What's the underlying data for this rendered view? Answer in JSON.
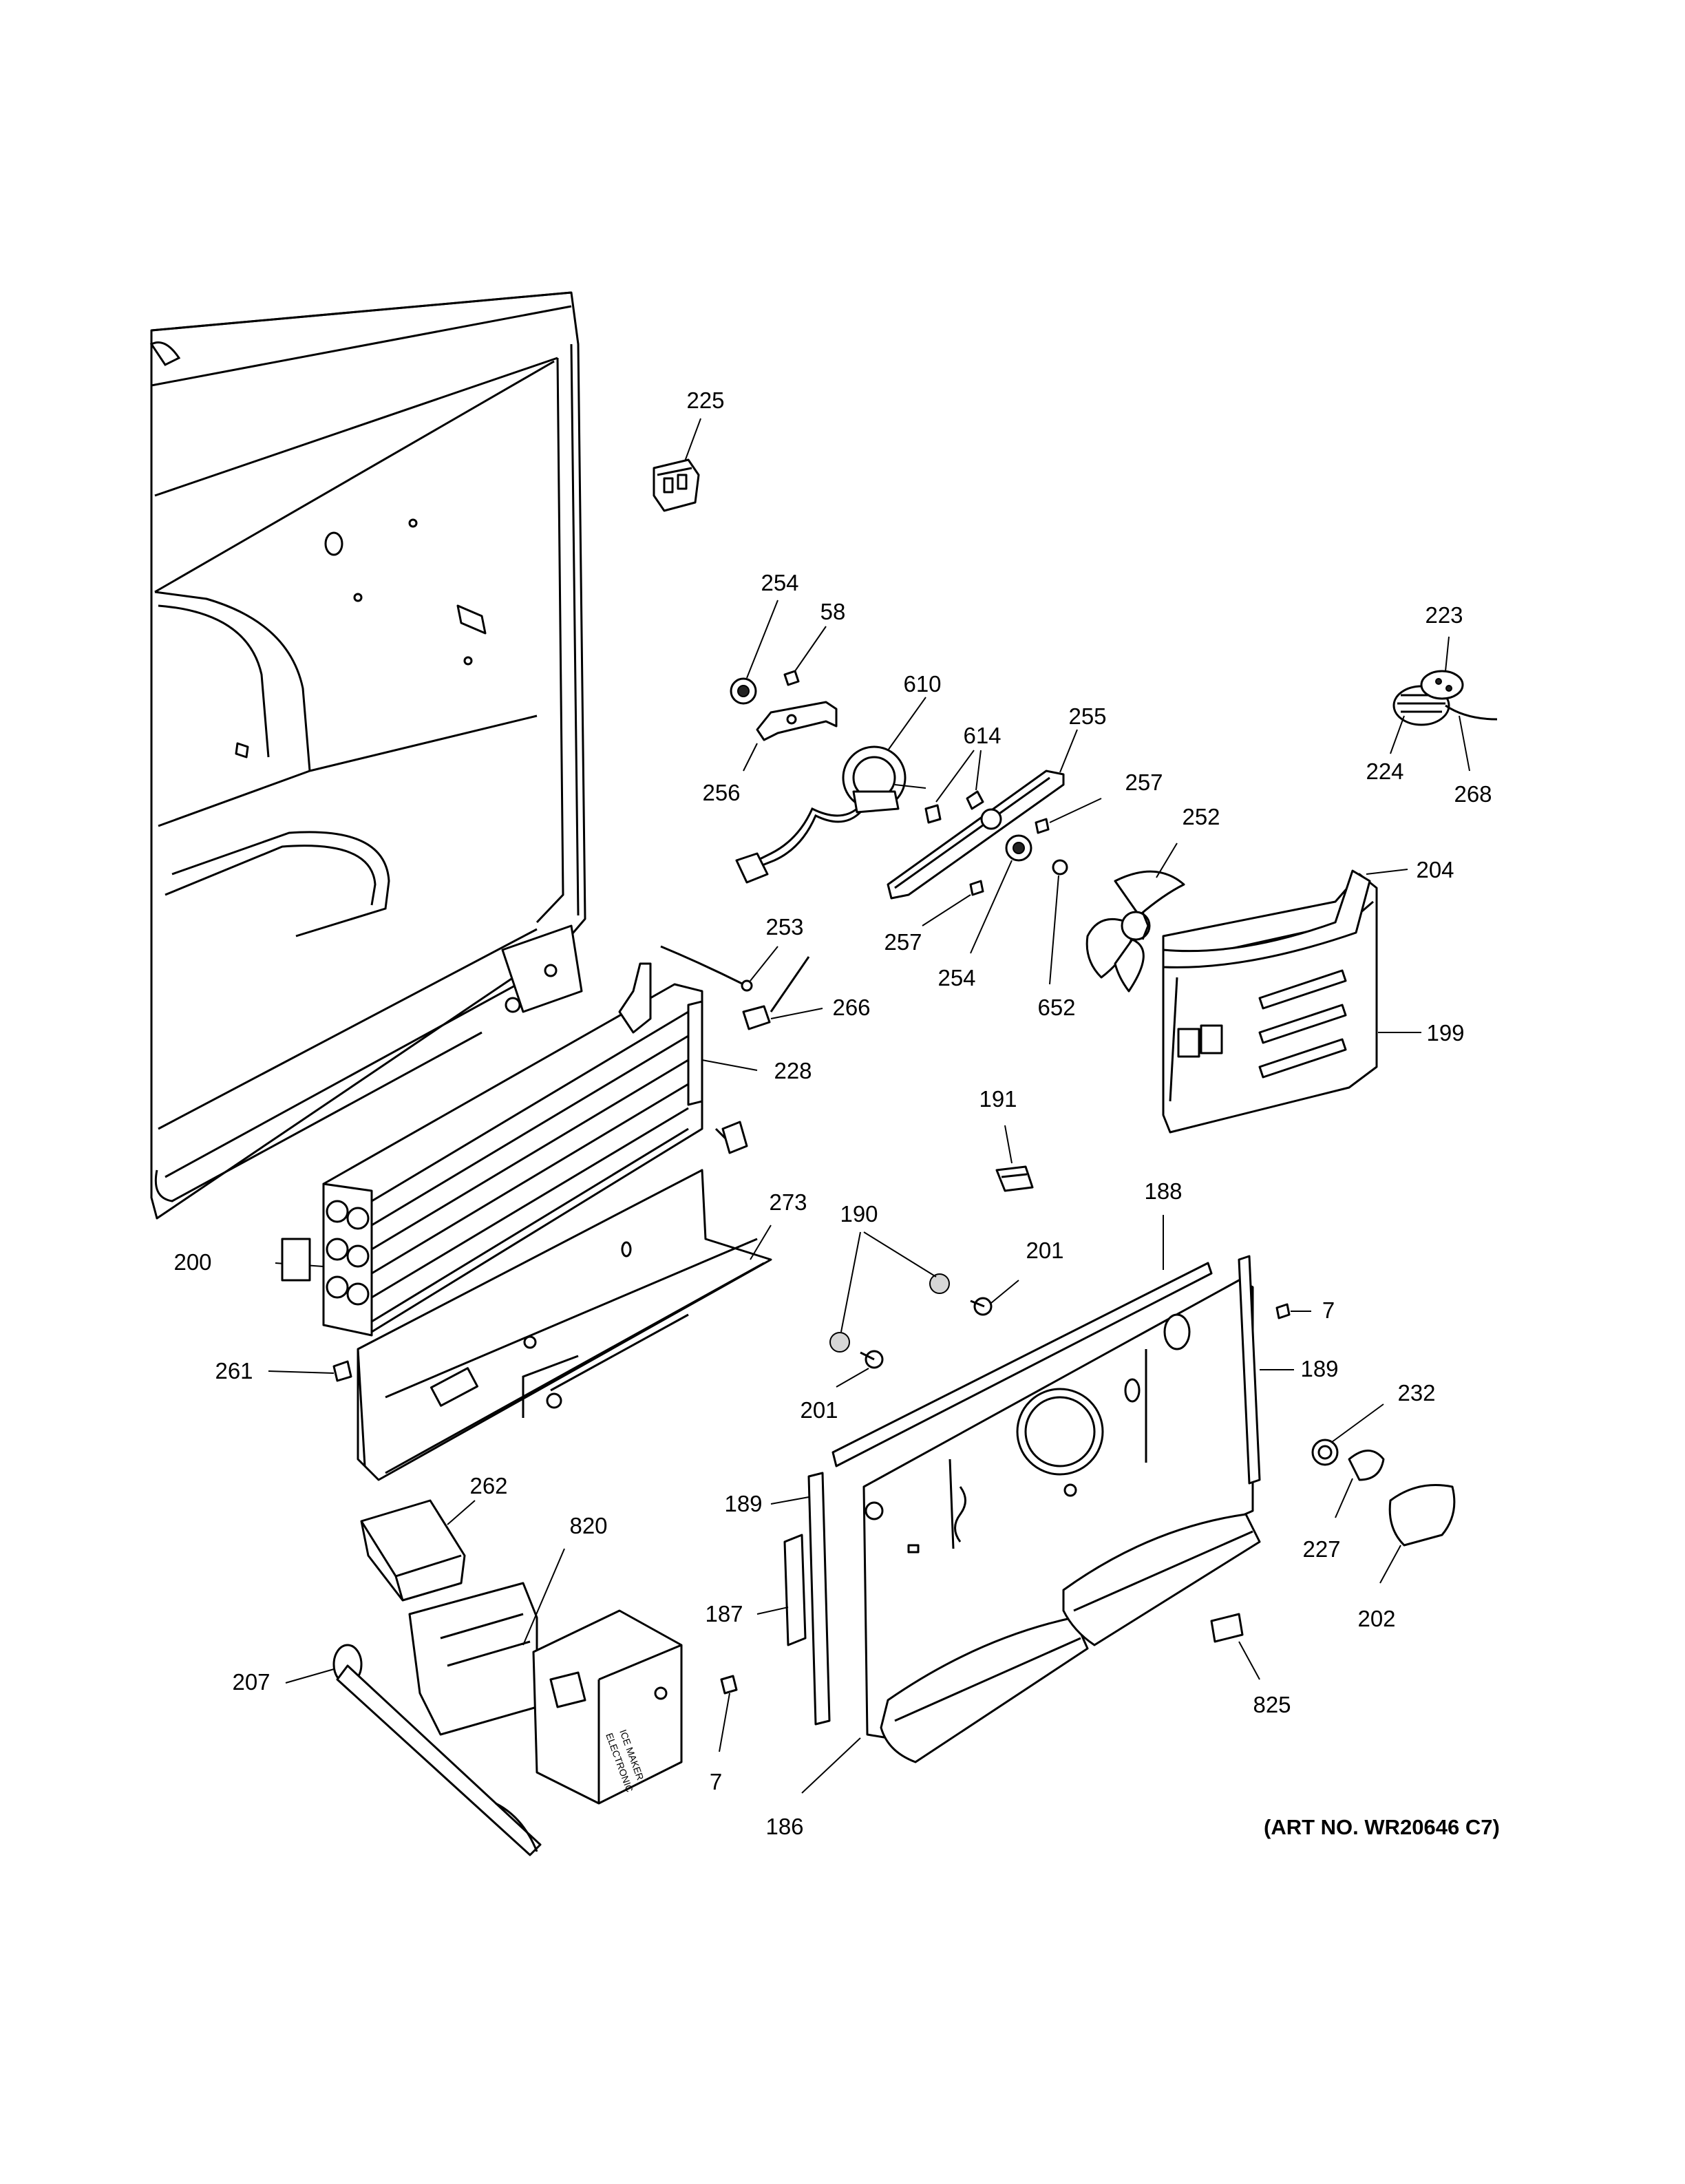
{
  "labels": {
    "225": "225",
    "254a": "254",
    "58": "58",
    "610": "610",
    "614": "614",
    "255": "255",
    "256": "256",
    "257a": "257",
    "257b": "257",
    "252": "252",
    "254b": "254",
    "652": "652",
    "223": "223",
    "224": "224",
    "268": "268",
    "204": "204",
    "199": "199",
    "253": "253",
    "266": "266",
    "228": "228",
    "191": "191",
    "188": "188",
    "273": "273",
    "190": "190",
    "201a": "201",
    "201b": "201",
    "200": "200",
    "7a": "7",
    "189a": "189",
    "261": "261",
    "232": "232",
    "262": "262",
    "820": "820",
    "189b": "189",
    "227": "227",
    "187": "187",
    "202": "202",
    "207": "207",
    "825": "825",
    "7b": "7",
    "186": "186"
  },
  "ice_maker_text": [
    "ELECTRONIC",
    "ICE MAKER"
  ],
  "art_number": "(ART NO. WR20646 C7)"
}
